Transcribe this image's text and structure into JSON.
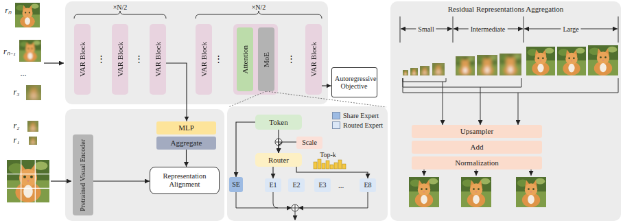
{
  "diagram": {
    "nodes": [
      {
        "text": [
          "VAR Block"
        ]
      },
      {
        "text": [
          "VAR Block"
        ]
      },
      {
        "text": [
          "VAR Block"
        ]
      },
      {
        "text": [
          "VAR Block"
        ]
      },
      {
        "text": [
          "Attention"
        ]
      },
      {
        "text": [
          "MoE"
        ]
      },
      {
        "text": [
          "VAR Block"
        ]
      },
      {
        "text": [
          "Autoregressive Objective"
        ]
      },
      {
        "text": [
          "MLP"
        ]
      },
      {
        "text": [
          "Aggregate"
        ]
      },
      {
        "text": [
          "Pretrained Visual Encoder"
        ]
      },
      {
        "text": [
          "Representation Alignment"
        ]
      },
      {
        "text": [
          "Token"
        ]
      },
      {
        "text": [
          "Scale"
        ]
      },
      {
        "text": [
          "Router"
        ]
      },
      {
        "text": [
          "SE"
        ]
      },
      {
        "text": [
          "E1"
        ]
      },
      {
        "text": [
          "E2"
        ]
      },
      {
        "text": [
          "E3"
        ]
      },
      {
        "text": [
          "E8"
        ]
      },
      {
        "text": [
          "Upsampler"
        ]
      },
      {
        "text": [
          "Add"
        ]
      },
      {
        "text": [
          "Normalization"
        ]
      }
    ],
    "edges": [
      {
        "from": 2,
        "to": 8,
        "arrow": "to"
      },
      {
        "from": 6,
        "to": 7,
        "arrow": "to"
      },
      {
        "from": 9,
        "to": 11,
        "arrow": "to"
      },
      {
        "from": 10,
        "to": 11,
        "arrow": "to"
      },
      {
        "from": 12,
        "to": 14,
        "arrow": "to"
      },
      {
        "from": 13,
        "to": 14,
        "arrow": "to"
      },
      {
        "from": 12,
        "to": 15,
        "arrow": "to"
      },
      {
        "from": 14,
        "to": 16,
        "arrow": "to"
      },
      {
        "from": 14,
        "to": 19,
        "arrow": "to"
      }
    ],
    "labels": [
      "×N/2",
      "×N/2",
      "rₙ",
      "rₙ₋₁",
      "...",
      "r₃",
      "r₂",
      "r₁",
      "⋮",
      "⋮",
      "⋮",
      "⋮",
      "Top-k",
      "...",
      "Residual Representations Aggregation",
      "Small",
      "Intermediate",
      "Large"
    ],
    "legend": [
      {
        "text": "Share Expert",
        "color": "#9dbbe3"
      },
      {
        "text": "Routed Expert",
        "color": "#dbe7f6"
      }
    ]
  }
}
